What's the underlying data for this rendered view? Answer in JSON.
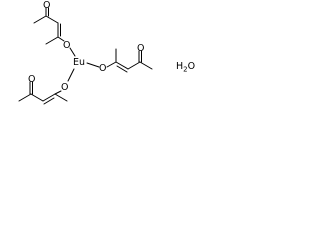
{
  "structure": {
    "metal": "Eu",
    "water": {
      "symbol": "H",
      "count": "2",
      "oxygen": "O"
    },
    "ligand_top": {
      "carbonyl_oxygen": "O",
      "ether_oxygen": "O"
    },
    "ligand_right": {
      "carbonyl_oxygen": "O",
      "ether_oxygen": "O"
    },
    "ligand_bottom": {
      "carbonyl_oxygen": "O",
      "ether_oxygen": "O"
    }
  }
}
